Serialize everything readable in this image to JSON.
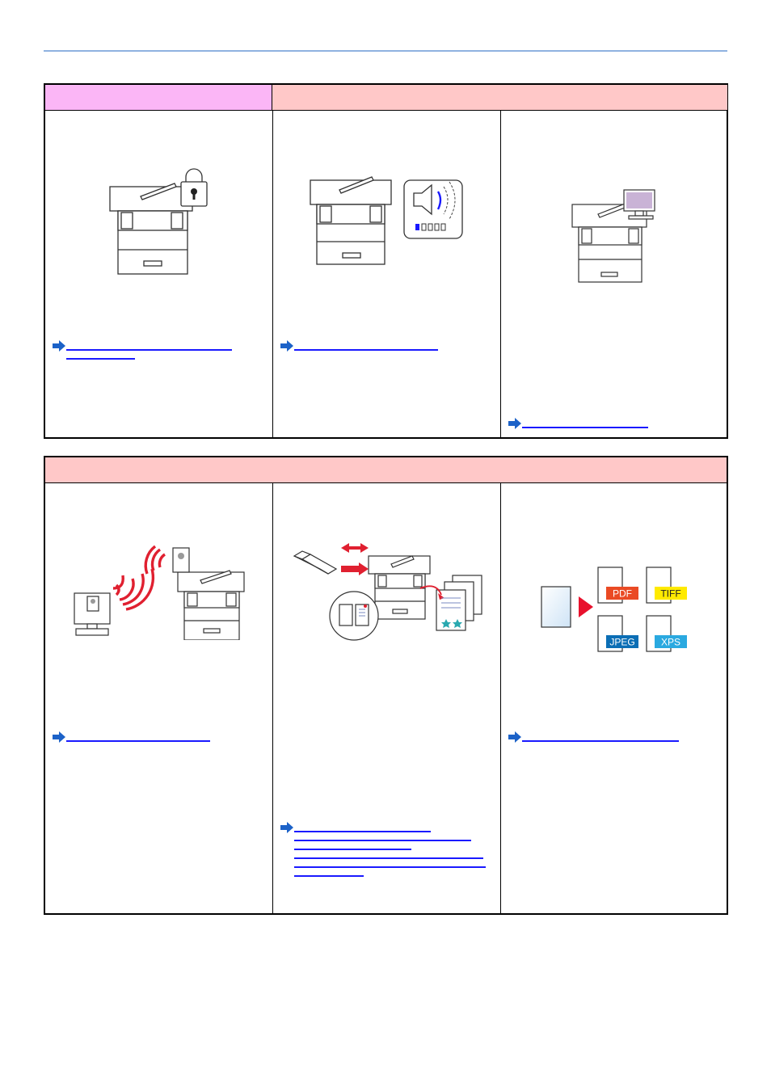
{
  "block1": {
    "header_left": "",
    "header_right": ""
  },
  "block2": {
    "header": ""
  },
  "icons": {
    "reference_arrow": "arrow-right-icon"
  },
  "colors": {
    "header_pink": "#fbb6f6",
    "header_salmon": "#ffc8c8",
    "link": "#1a1aff",
    "pdf": "#ea4a24",
    "tiff": "#ffea00",
    "jpeg": "#0b6eb5",
    "xps": "#2aa9e0"
  },
  "formats": {
    "pdf": "PDF",
    "tiff": "TIFF",
    "jpeg": "JPEG",
    "xps": "XPS"
  }
}
